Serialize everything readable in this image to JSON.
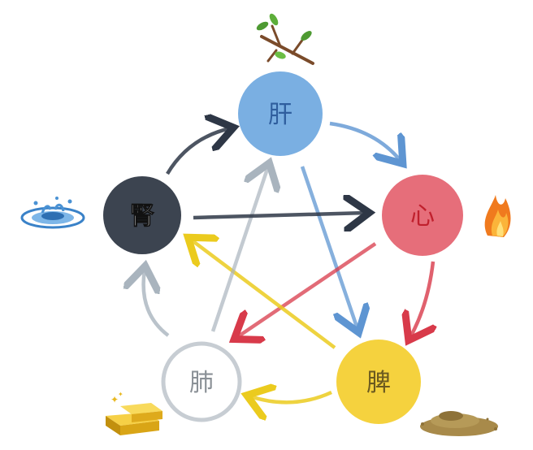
{
  "organs": {
    "liver": {
      "label": "肝",
      "color": "#6FA8E0",
      "text_color": "#2F5E9E"
    },
    "heart": {
      "label": "心",
      "color": "#E35A68",
      "text_color": "#C0202D"
    },
    "spleen": {
      "label": "脾",
      "color": "#F4CE2E",
      "text_color": "#6B5A20"
    },
    "lung": {
      "label": "肺",
      "color": "#FFFFFF",
      "text_color": "#8A9096"
    },
    "kidney": {
      "label": "腎",
      "color": "#3C4450",
      "text_color": "#FFFFFF"
    }
  },
  "elements": {
    "wood": {
      "icon": "branch-icon"
    },
    "fire": {
      "icon": "flame-icon"
    },
    "earth": {
      "icon": "soil-icon"
    },
    "metal": {
      "icon": "gold-bars-icon"
    },
    "water": {
      "icon": "water-splash-icon"
    }
  },
  "arrow_colors": {
    "blue": "#5E95D2",
    "red": "#D83A4A",
    "yellow": "#EBCB1E",
    "gray": "#A9B4BE",
    "dark": "#2E3746"
  }
}
